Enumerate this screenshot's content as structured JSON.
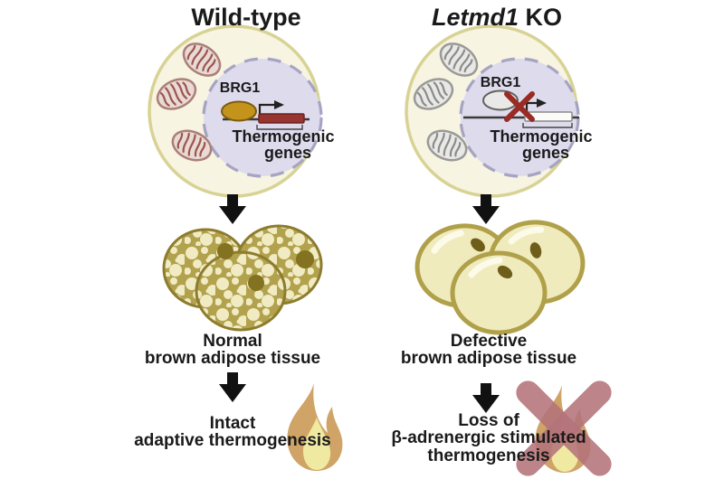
{
  "figure": {
    "left": {
      "title": "Wild-type",
      "brg1": "BRG1",
      "genes_line1": "Thermogenic",
      "genes_line2": "genes",
      "tissue_line1": "Normal",
      "tissue_line2": "brown adipose tissue",
      "outcome_line1": "Intact",
      "outcome_line2": "adaptive thermogenesis"
    },
    "right": {
      "title_italic": "Letmd1",
      "title_rest": " KO",
      "brg1": "BRG1",
      "genes_line1": "Thermogenic",
      "genes_line2": "genes",
      "tissue_line1": "Defective",
      "tissue_line2": "brown adipose tissue",
      "outcome_line1": "Loss of",
      "outcome_line2": "β-adrenergic stimulated",
      "outcome_line3": "thermogenesis"
    }
  },
  "icons": {
    "down_arrow": "black-block-down-arrow",
    "flame": "flame",
    "crossed_flame": "flame-with-x-overlay",
    "mitochondrion": "mitochondrion",
    "transcription_arrow": "bent-transcription-start-arrow",
    "inhibition_cross": "red-x"
  },
  "colors": {
    "cell_fill": "#f7f4e2",
    "cell_border": "#d8d394",
    "nucleus_fill": "#dddbec",
    "nucleus_border": "#a7a4c3",
    "brg1_active_fill": "#c3931c",
    "brg1_inactive_fill": "#e9e9e7",
    "gene_active_fill": "#993531",
    "gene_inactive_fill": "#fbfbf9",
    "mitochondria_wildtype_stria": "#9c554e",
    "mitochondria_ko_stria": "#8b8b88",
    "tissue_multilocular_fill": "#b2a14d",
    "tissue_droplet_fill": "#f0ebc2",
    "tissue_unilocular_fill": "#f0ebbd",
    "tissue_border": "#8d7c2e",
    "tissue_nucleus": "#83721f",
    "flame_outer": "#cfa466",
    "flame_inner": "#f0e9a2",
    "inhibition_cross": "#992a24",
    "x_overlay": "#b4737a",
    "arrow": "#111111",
    "text": "#1a1a1a"
  }
}
